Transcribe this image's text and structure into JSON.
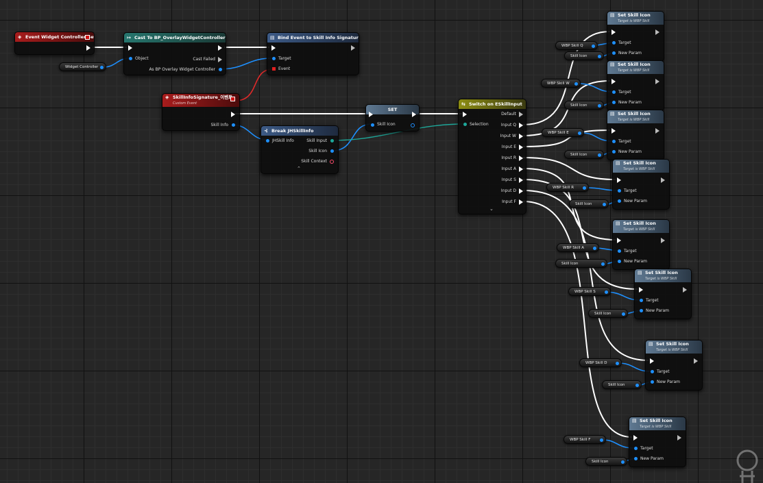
{
  "nodes": {
    "event_widget_controller_set": {
      "title": "Event Widget Controller Set"
    },
    "cast": {
      "title": "Cast To BP_OverlayWidgetController",
      "pin_object": "Object",
      "pin_cast_failed": "Cast Failed",
      "pin_as": "As BP Overlay Widget Controller"
    },
    "bind_event": {
      "title": "Bind Event to Skill Info Signature",
      "pin_target": "Target",
      "pin_event": "Event"
    },
    "custom_event": {
      "title": "SkillInfoSignature_이벤트",
      "subtitle": "Custom Event",
      "pin_skill_info": "Skill Info"
    },
    "set_node": {
      "title": "SET",
      "pin_skill_icon": "Skill Icon"
    },
    "break": {
      "title": "Break JHSkillInfo",
      "pin_in": "JHSkill Info",
      "pin_skill_input": "Skill Input",
      "pin_skill_icon": "Skill Icon",
      "pin_skill_context": "Skill Context"
    },
    "switch": {
      "title": "Switch on ESkillInput",
      "pin_selection": "Selection",
      "outputs": [
        "Default",
        "Input Q",
        "Input W",
        "Input E",
        "Input R",
        "Input A",
        "Input S",
        "Input D",
        "Input F"
      ]
    }
  },
  "set_skill_icon": {
    "title": "Set Skill Icon",
    "subtitle": "Target is WBP Skill",
    "pin_target": "Target",
    "pin_new_param": "New Param"
  },
  "variables": {
    "widget_controller": "Widget Controller",
    "skill_icon": "Skill Icon",
    "wbp_skill_q": "WBP Skill Q",
    "wbp_skill_w": "WBP Skill W",
    "wbp_skill_e": "WBP Skill E",
    "wbp_skill_r": "WBP Skill R",
    "wbp_skill_a": "WBP Skill A",
    "wbp_skill_s": "WBP Skill S",
    "wbp_skill_d": "WBP Skill D",
    "wbp_skill_f": "WBP Skill F"
  },
  "colors": {
    "exec_wire": "#ffffff",
    "object_wire": "#1e90ff",
    "byte_wire": "#1ea89a",
    "delegate_wire": "#e02a2a"
  }
}
